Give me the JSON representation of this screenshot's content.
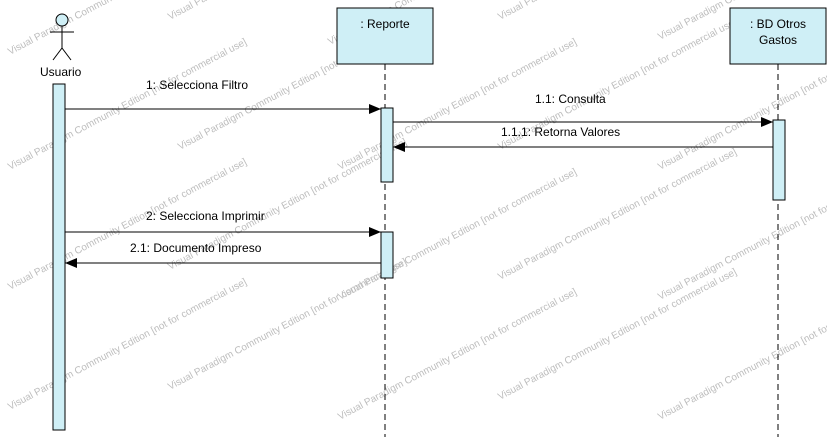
{
  "participants": {
    "actor": {
      "name": "Usuario"
    },
    "reporte": {
      "name": ": Reporte"
    },
    "bd": {
      "name_line1": ": BD Otros",
      "name_line2": "Gastos"
    }
  },
  "messages": [
    {
      "label": "1: Selecciona Filtro",
      "direction": "right"
    },
    {
      "label": "1.1: Consulta",
      "direction": "right"
    },
    {
      "label": "1.1.1: Retorna Valores",
      "direction": "left"
    },
    {
      "label": "2: Selecciona Imprimir",
      "direction": "right"
    },
    {
      "label": "2.1: Documento Impreso",
      "direction": "left"
    }
  ],
  "watermark": {
    "text": "Visual Paradigm Community Edition [not for commercial use]"
  },
  "colors": {
    "lifeline_box": "#cfeff6",
    "activation": "#cfeff6",
    "border": "#000000",
    "watermark": "#bdbdbd"
  }
}
